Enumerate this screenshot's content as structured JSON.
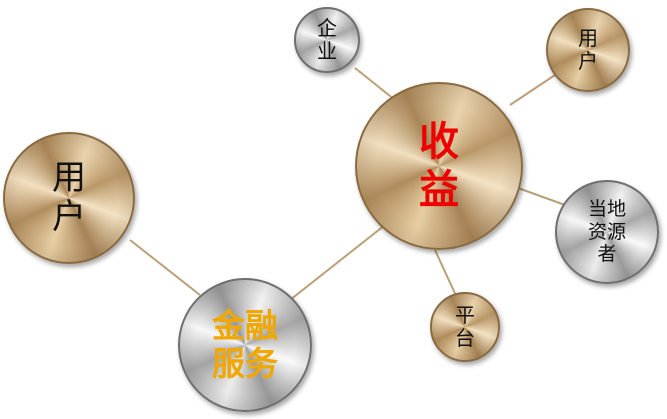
{
  "nodes": {
    "revenue": {
      "label": "收益",
      "color": "#ee0000"
    },
    "finance": {
      "label_line1": "金融",
      "label_line2": "服务",
      "color": "#f0a800"
    },
    "user_left": {
      "label_line1": "用",
      "label_line2": "户"
    },
    "user_right": {
      "label_line1": "用",
      "label_line2": "户"
    },
    "enterprise": {
      "label_line1": "企",
      "label_line2": "业"
    },
    "platform": {
      "label_line1": "平",
      "label_line2": "台"
    },
    "resource_owner": {
      "label_line1": "当地",
      "label_line2": "资源",
      "label_line3": "者"
    }
  },
  "colors": {
    "gold": "#c7a77a",
    "silver": "#c9c9c9",
    "link": "#b9a078"
  }
}
